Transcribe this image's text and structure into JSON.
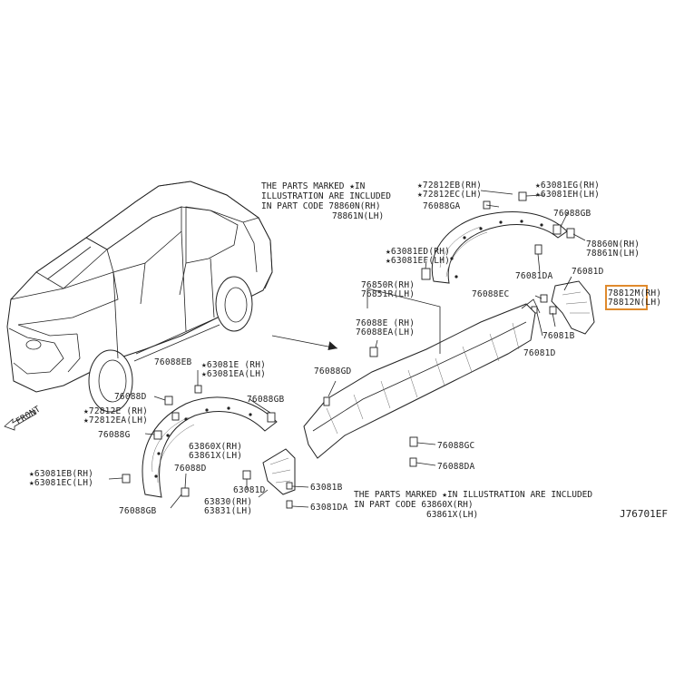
{
  "highlight_color": "#e08a2c",
  "notes": {
    "top": [
      "THE PARTS MARKED ★IN",
      "ILLUSTRATION ARE INCLUDED",
      "IN PART CODE  78860N(RH)",
      "78861N(LH)"
    ],
    "bottom": [
      "THE PARTS MARKED ★IN ILLUSTRATION ARE INCLUDED",
      "IN PART CODE 63860X(RH)",
      "63861X(LH)"
    ]
  },
  "front_label": "FRONT",
  "figure_code": "J76701EF",
  "parts": {
    "p_72812eb": [
      "★72812EB(RH)",
      "★72812EC(LH)"
    ],
    "p_63081eg": [
      "★63081EG(RH)",
      "★63081EH(LH)"
    ],
    "p_76088ga": [
      "76088GA"
    ],
    "p_76088gb_r": [
      "76088GB"
    ],
    "p_78860n": [
      "78860N(RH)",
      "78861N(LH)"
    ],
    "p_63081ed": [
      "★63081ED(RH)",
      "★63081EF(LH)"
    ],
    "p_76081da": [
      "76081DA"
    ],
    "p_76081d": [
      "76081D"
    ],
    "p_78812m": [
      "78812M(RH)",
      "78812N(LH)"
    ],
    "p_76088ec": [
      "76088EC"
    ],
    "p_76081b": [
      "76081B"
    ],
    "p_76081d2": [
      "76081D"
    ],
    "p_76850r": [
      "76850R(RH)",
      "76851R(LH)"
    ],
    "p_76088e": [
      "76088E  (RH)",
      "76088EA(LH)"
    ],
    "p_76088gd": [
      "76088GD"
    ],
    "p_76088eb": [
      "76088EB"
    ],
    "p_63081e": [
      "★63081E  (RH)",
      "★63081EA(LH)"
    ],
    "p_76088d": [
      "76088D"
    ],
    "p_76088gb_l": [
      "76088GB"
    ],
    "p_72812e": [
      "★72812E  (RH)",
      "★72812EA(LH)"
    ],
    "p_76088g": [
      "76088G"
    ],
    "p_63860x": [
      "63860X(RH)",
      "63861X(LH)"
    ],
    "p_76088d2": [
      "76088D"
    ],
    "p_63081eb": [
      "★63081EB(RH)",
      "★63081EC(LH)"
    ],
    "p_76088gb_b": [
      "76088GB"
    ],
    "p_63081d": [
      "63081D"
    ],
    "p_63830": [
      "63830(RH)",
      "63831(LH)"
    ],
    "p_63081b": [
      "63081B"
    ],
    "p_63081da": [
      "63081DA"
    ],
    "p_76088gc": [
      "76088GC"
    ],
    "p_76088da": [
      "76088DA"
    ]
  }
}
